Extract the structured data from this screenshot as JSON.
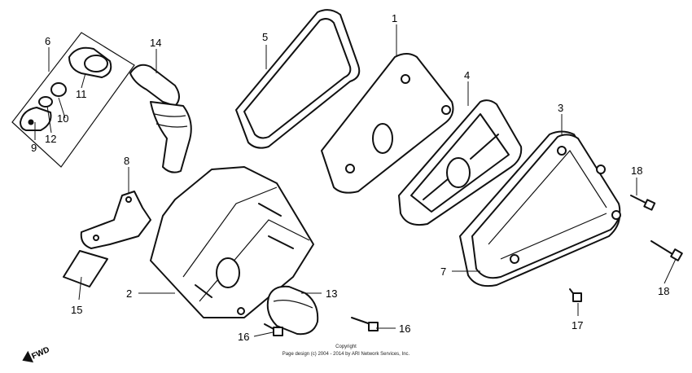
{
  "parts": [
    {
      "callout": "1"
    },
    {
      "callout": "2"
    },
    {
      "callout": "3"
    },
    {
      "callout": "4"
    },
    {
      "callout": "5"
    },
    {
      "callout": "6"
    },
    {
      "callout": "7"
    },
    {
      "callout": "8"
    },
    {
      "callout": "9"
    },
    {
      "callout": "10"
    },
    {
      "callout": "11"
    },
    {
      "callout": "12"
    },
    {
      "callout": "13"
    },
    {
      "callout": "14"
    },
    {
      "callout": "15"
    },
    {
      "callout": "16"
    },
    {
      "callout": "16"
    },
    {
      "callout": "17"
    },
    {
      "callout": "18"
    },
    {
      "callout": "18"
    }
  ],
  "copyright": {
    "line1": "Copyright",
    "line2": "Page design (c) 2004 - 2014 by ARI Network Services, Inc."
  },
  "direction_label": "FWD"
}
